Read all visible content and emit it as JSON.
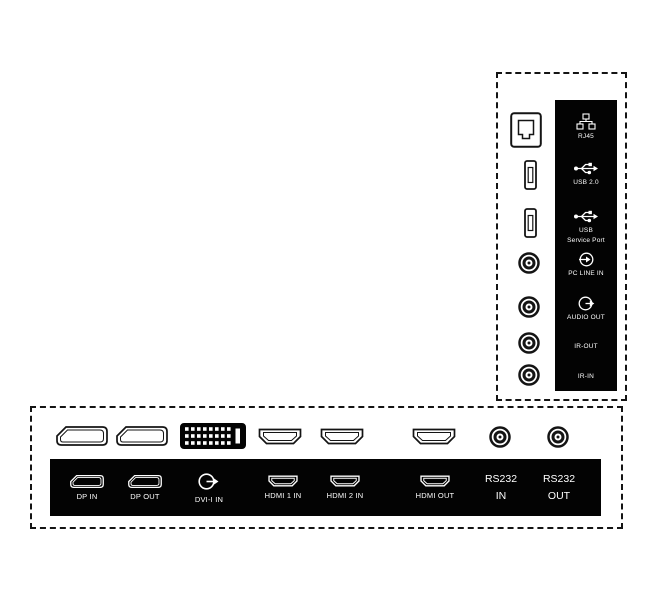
{
  "colors": {
    "background": "#ffffff",
    "panel_black": "#030303",
    "outline_black": "#141414",
    "label_white": "#ffffff"
  },
  "side_panel": {
    "ports": [
      {
        "label": "RJ45"
      },
      {
        "label": "USB 2.0"
      },
      {
        "line1": "USB",
        "line2": "Service Port"
      },
      {
        "label": "PC LINE IN"
      },
      {
        "label": "AUDIO OUT"
      },
      {
        "label": "IR-OUT"
      },
      {
        "label": "IR-IN"
      }
    ]
  },
  "bottom_panel": {
    "ports": [
      {
        "label": "DP IN"
      },
      {
        "label": "DP OUT"
      },
      {
        "label": "DVI-I IN"
      },
      {
        "label": "HDMI 1 IN"
      },
      {
        "label": "HDMI 2 IN"
      },
      {
        "label": "HDMI OUT"
      },
      {
        "line1": "RS232",
        "line2": "IN"
      },
      {
        "line1": "RS232",
        "line2": "OUT"
      }
    ]
  }
}
